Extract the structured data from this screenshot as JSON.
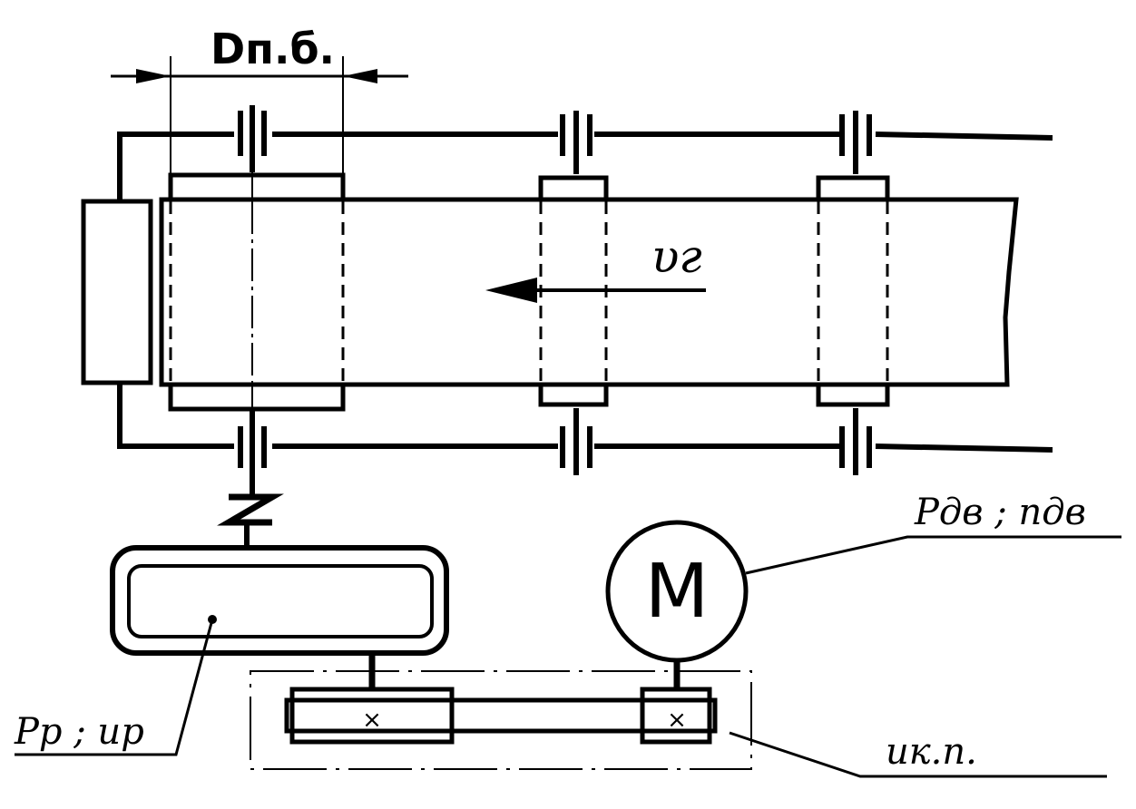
{
  "labels": {
    "diameter": "Dп.б.",
    "velocity": "υг",
    "motor_letter": "M",
    "motor_params": "Pдв ; nдв",
    "reducer_params": "Pр ; uр",
    "belt_drive": "uк.п."
  },
  "colors": {
    "ink": "#000000",
    "paper": "#ffffff"
  }
}
